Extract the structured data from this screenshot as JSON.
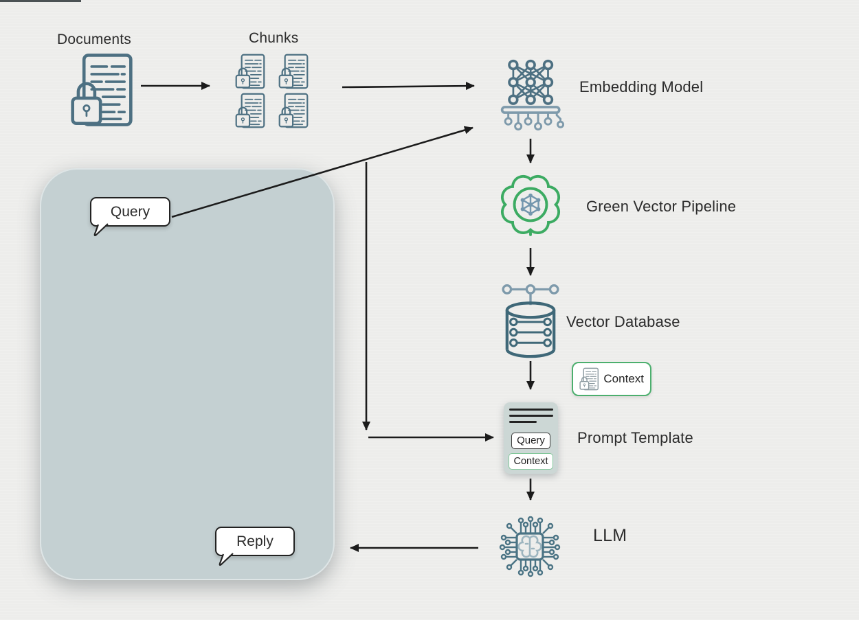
{
  "nodes": {
    "documents": {
      "label": "Documents"
    },
    "chunks": {
      "label": "Chunks"
    },
    "embedding_model": {
      "label": "Embedding Model"
    },
    "green_vector_pipeline": {
      "label": "Green Vector Pipeline"
    },
    "vector_database": {
      "label": "Vector Database"
    },
    "context_badge": {
      "label": "Context"
    },
    "prompt_template": {
      "label": "Prompt Template",
      "query_chip": "Query",
      "context_chip": "Context"
    },
    "llm": {
      "label": "LLM"
    }
  },
  "bubbles": {
    "query": {
      "label": "Query"
    },
    "reply": {
      "label": "Reply"
    }
  },
  "colors": {
    "background": "#ededeb",
    "panel": "#c4d0d2",
    "slate": "#4d7082",
    "slate_light": "#7e9aab",
    "green": "#3cab62",
    "net_blue": "#7396ad",
    "db_teal": "#3f6878",
    "chip_teal": "#4a7384",
    "chip_light": "#9db5bf",
    "arrow": "#1b1b1b",
    "text": "#2b2b2b",
    "card": "#ccd7d5",
    "context_border": "#4caf6e"
  }
}
